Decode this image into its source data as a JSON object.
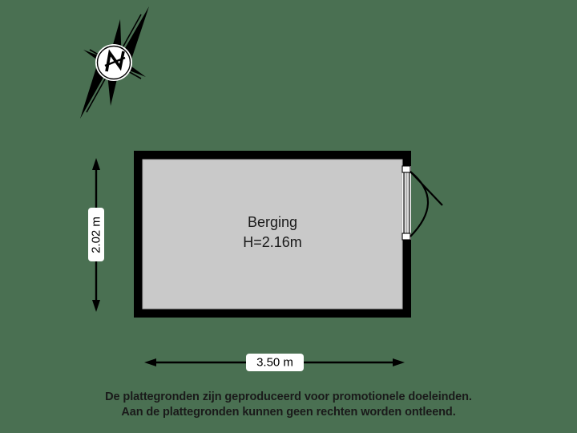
{
  "document": {
    "type": "floor-plan",
    "background_color": "#4a7052"
  },
  "compass": {
    "label": "N",
    "name": "north-arrow",
    "color": "#000000"
  },
  "room": {
    "name": "Berging",
    "height_label": "H=2.16m",
    "wall_color": "#000000",
    "floor_color": "#c9c9c9"
  },
  "dimensions": {
    "vertical": {
      "label": "2.02 m",
      "orientation": "vertical"
    },
    "horizontal": {
      "label": "3.50 m",
      "orientation": "horizontal"
    }
  },
  "door": {
    "name": "swing-door",
    "swing": "outward-right"
  },
  "footer": {
    "line1": "De plattegronden zijn geproduceerd voor promotionele doeleinden.",
    "line2": "Aan de plattegronden kunnen geen rechten worden ontleend."
  }
}
